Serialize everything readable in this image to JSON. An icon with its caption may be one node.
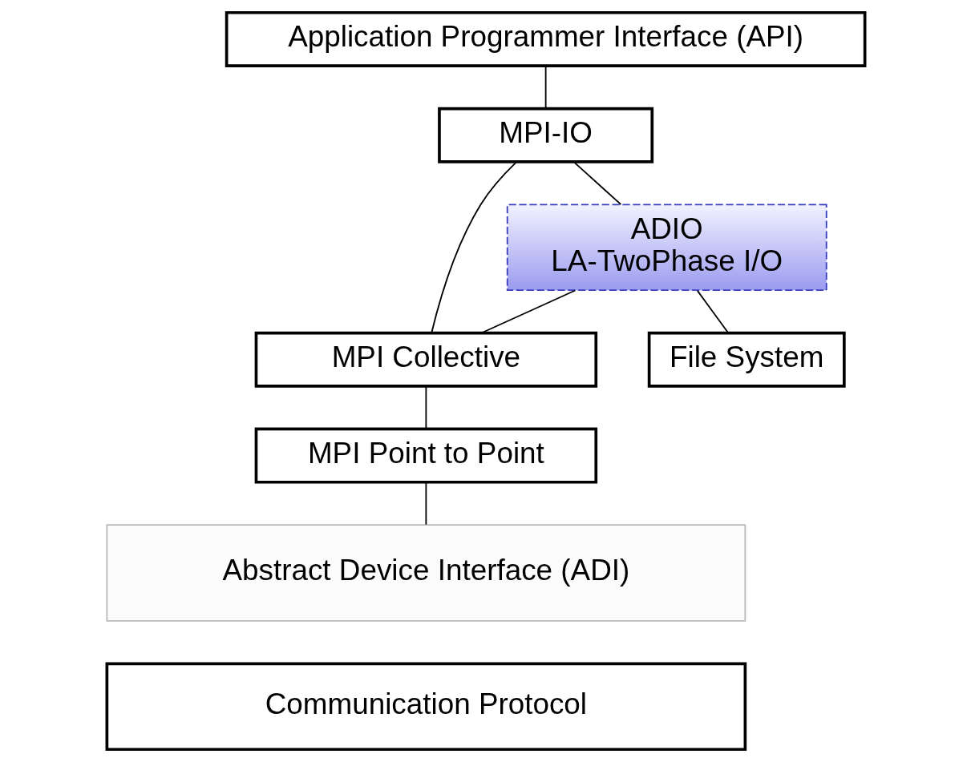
{
  "diagram": {
    "nodes": [
      {
        "text": [
          "Application Programmer Interface (API)"
        ]
      },
      {
        "text": [
          "MPI-IO"
        ]
      },
      {
        "text": [
          "ADIO",
          "LA-TwoPhase I/O"
        ]
      },
      {
        "text": [
          "MPI Collective"
        ]
      },
      {
        "text": [
          "File System"
        ]
      },
      {
        "text": [
          "MPI Point to Point"
        ]
      },
      {
        "text": [
          "Abstract Device Interface (ADI)"
        ]
      },
      {
        "text": [
          "Communication Protocol"
        ]
      }
    ],
    "edges": [
      {
        "from": 0,
        "to": 1,
        "arrow": "none"
      },
      {
        "from": 1,
        "to": 3,
        "arrow": "none"
      },
      {
        "from": 1,
        "to": 2,
        "arrow": "none"
      },
      {
        "from": 2,
        "to": 3,
        "arrow": "none"
      },
      {
        "from": 2,
        "to": 4,
        "arrow": "none"
      },
      {
        "from": 3,
        "to": 5,
        "arrow": "none"
      },
      {
        "from": 5,
        "to": 6,
        "arrow": "none"
      }
    ]
  }
}
